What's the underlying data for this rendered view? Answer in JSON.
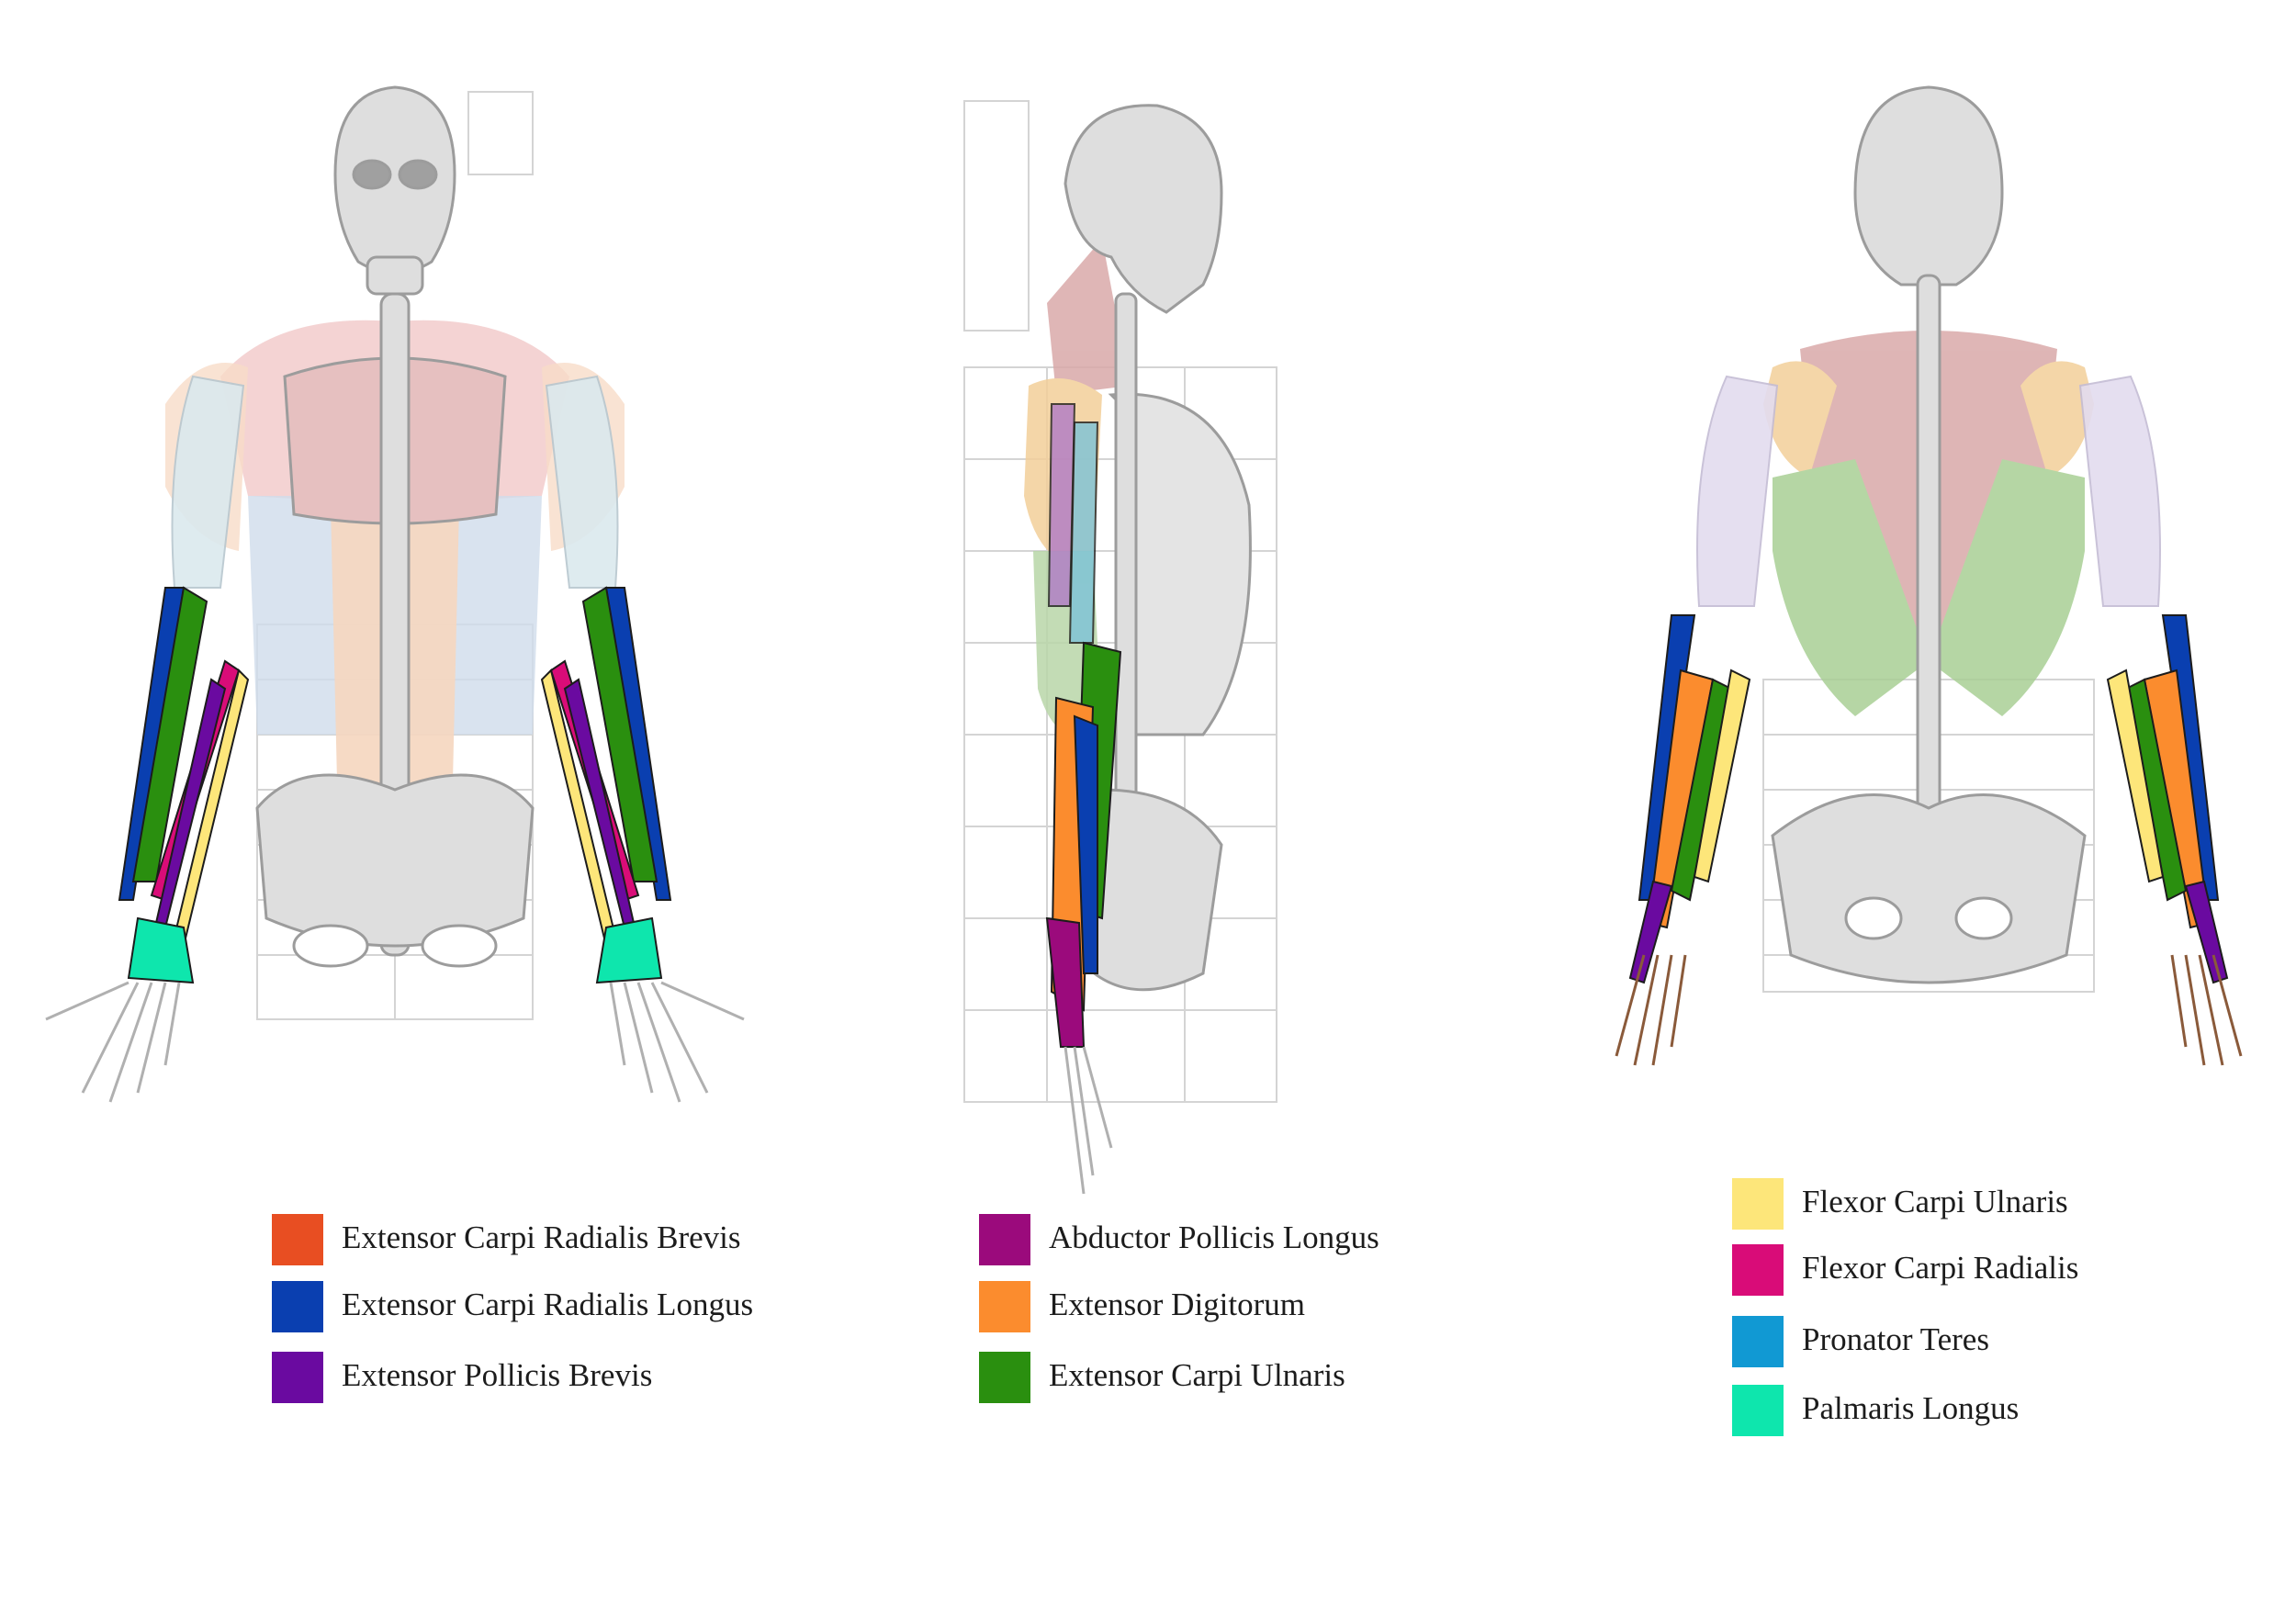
{
  "figures": [
    {
      "id": "front",
      "view": "anterior"
    },
    {
      "id": "side",
      "view": "lateral"
    },
    {
      "id": "back",
      "view": "posterior"
    }
  ],
  "legends": [
    [
      {
        "label": "Extensor Carpi Radialis Brevis",
        "color": "#e84e22"
      },
      {
        "label": "Extensor Carpi Radialis Longus",
        "color": "#0a3fb0"
      },
      {
        "label": "Extensor Pollicis Brevis",
        "color": "#6a0aa0"
      }
    ],
    [
      {
        "label": "Abductor Pollicis Longus",
        "color": "#9b0a7c"
      },
      {
        "label": "Extensor Digitorum",
        "color": "#fb8c2e"
      },
      {
        "label": "Extensor Carpi Ulnaris",
        "color": "#2a8f0f"
      }
    ],
    [
      {
        "label": "Flexor Carpi Ulnaris",
        "color": "#fde67a"
      },
      {
        "label": "Flexor Carpi Radialis",
        "color": "#d90c78"
      },
      {
        "label": "Pronator Teres",
        "color": "#1199d3"
      },
      {
        "label": "Palmaris Longus",
        "color": "#0ee6ad"
      }
    ]
  ]
}
